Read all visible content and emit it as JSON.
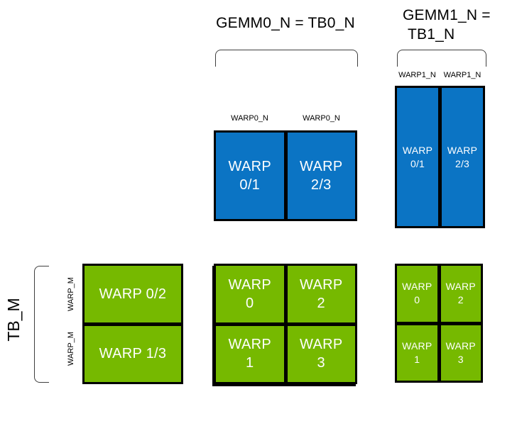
{
  "colors": {
    "blue": "#0b74c4",
    "green": "#76b900",
    "border": "#000000",
    "bracket_line": "#3f3f3f",
    "cell_text": "#ffffff",
    "label_text": "#000000",
    "background": "#ffffff"
  },
  "titles": {
    "gemm0": "GEMM0_N = TB0_N",
    "gemm1_line1": "GEMM1_N =",
    "gemm1_line2": "TB1_N"
  },
  "axis_labels": {
    "tb_m": "TB_M",
    "warp_m": [
      "WARP_M",
      "WARP_M"
    ],
    "warp0_n": [
      "WARP0_N",
      "WARP0_N"
    ],
    "warp1_n": [
      "WARP1_N",
      "WARP1_N"
    ]
  },
  "blocks": {
    "blue_gemm0": {
      "cells": [
        {
          "line1": "WARP",
          "line2": "0/1"
        },
        {
          "line1": "WARP",
          "line2": "2/3"
        }
      ]
    },
    "blue_gemm1": {
      "cells": [
        {
          "line1": "WARP",
          "line2": "0/1"
        },
        {
          "line1": "WARP",
          "line2": "2/3"
        }
      ]
    },
    "green_left": {
      "cells": [
        {
          "label": "WARP 0/2"
        },
        {
          "label": "WARP 1/3"
        }
      ]
    },
    "green_middle": {
      "cells": [
        {
          "line1": "WARP",
          "line2": "0"
        },
        {
          "line1": "WARP",
          "line2": "2"
        },
        {
          "line1": "WARP",
          "line2": "1"
        },
        {
          "line1": "WARP",
          "line2": "3"
        }
      ]
    },
    "green_right": {
      "cells": [
        {
          "line1": "WARP",
          "line2": "0"
        },
        {
          "line1": "WARP",
          "line2": "2"
        },
        {
          "line1": "WARP",
          "line2": "1"
        },
        {
          "line1": "WARP",
          "line2": "3"
        }
      ]
    }
  }
}
